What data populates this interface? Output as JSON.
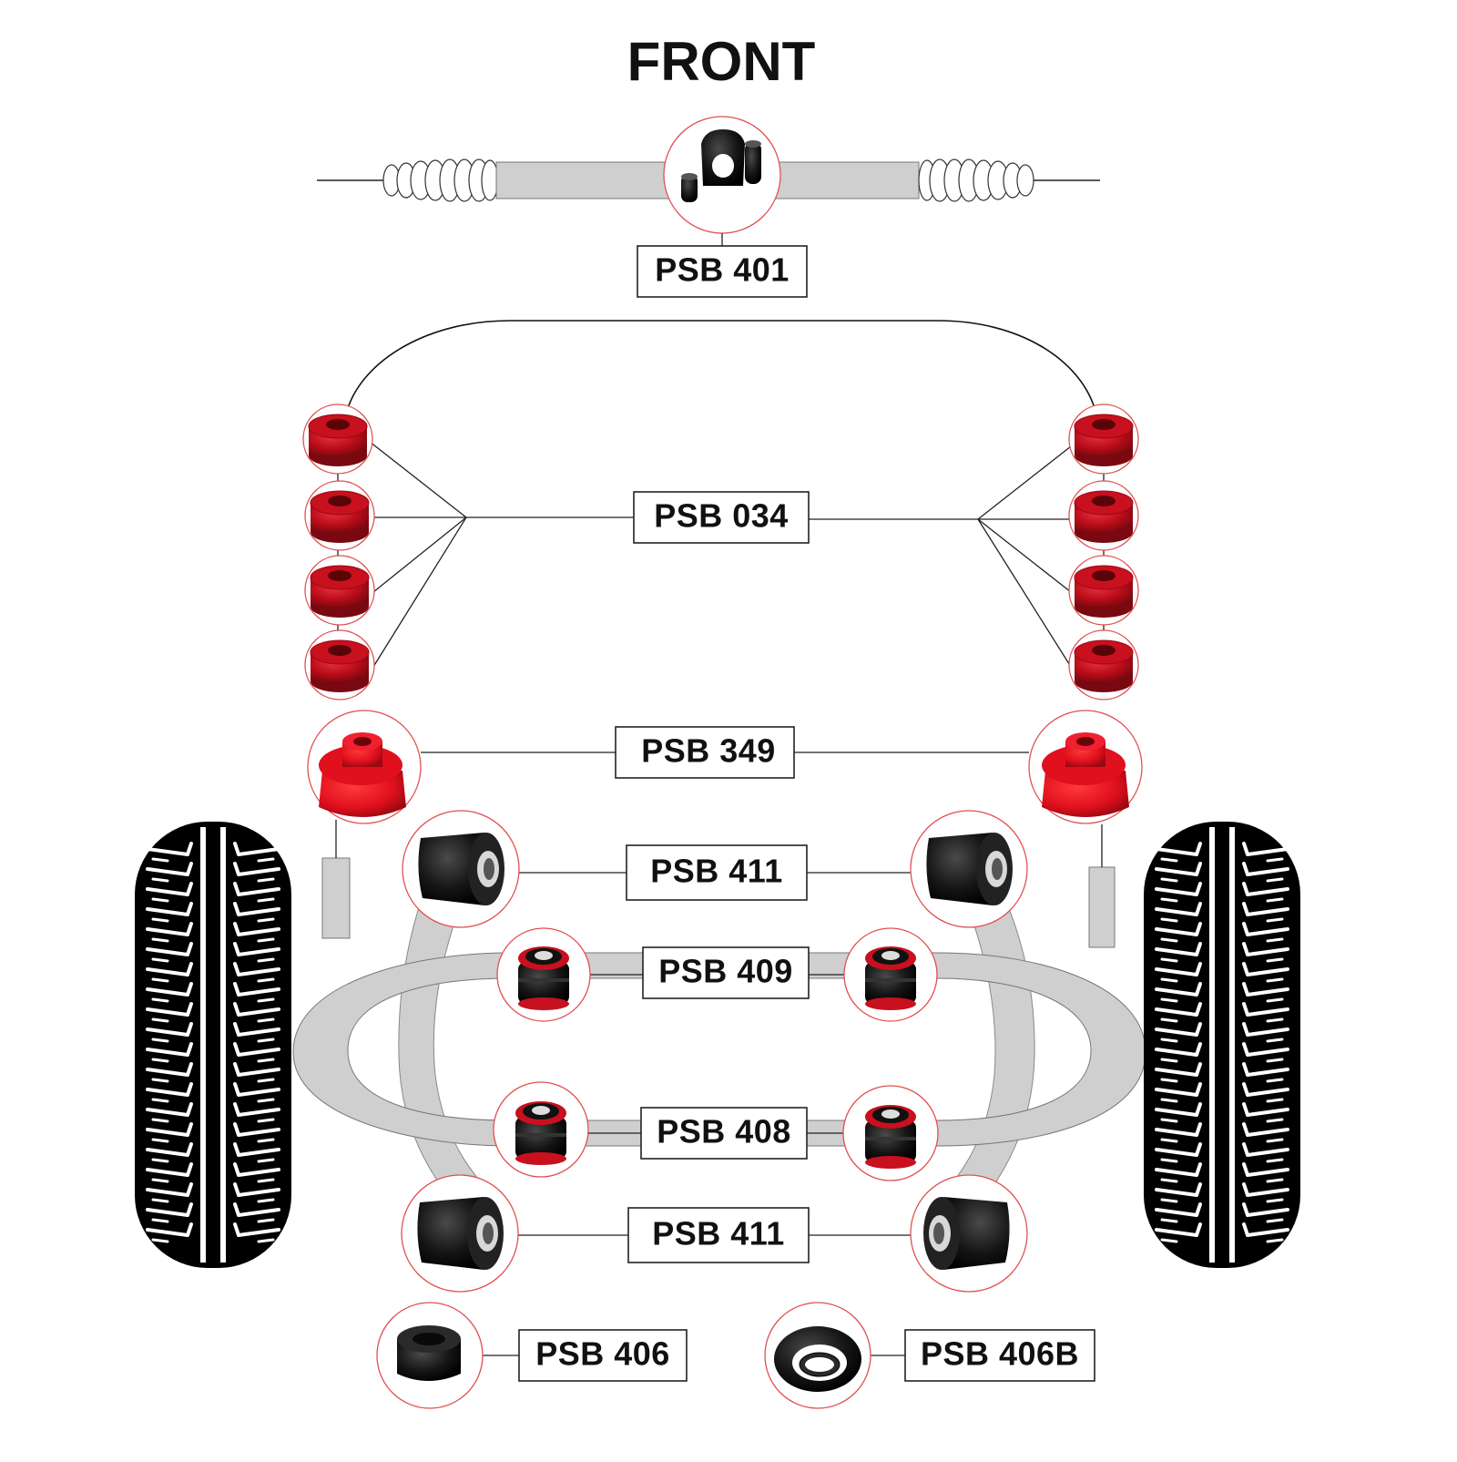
{
  "title": "FRONT",
  "labels": {
    "psb401": "PSB 401",
    "psb034": "PSB 034",
    "psb349": "PSB 349",
    "psb411_upper": "PSB 411",
    "psb409": "PSB 409",
    "psb408": "PSB 408",
    "psb411_lower": "PSB 411",
    "psb406": "PSB 406",
    "psb406b": "PSB 406B"
  },
  "colors": {
    "polyurethane_red": "#c8101e",
    "bright_red": "#e0101e",
    "black": "#111111",
    "component_grey": "#cfcfcf",
    "badge_outline": "#e05050"
  }
}
